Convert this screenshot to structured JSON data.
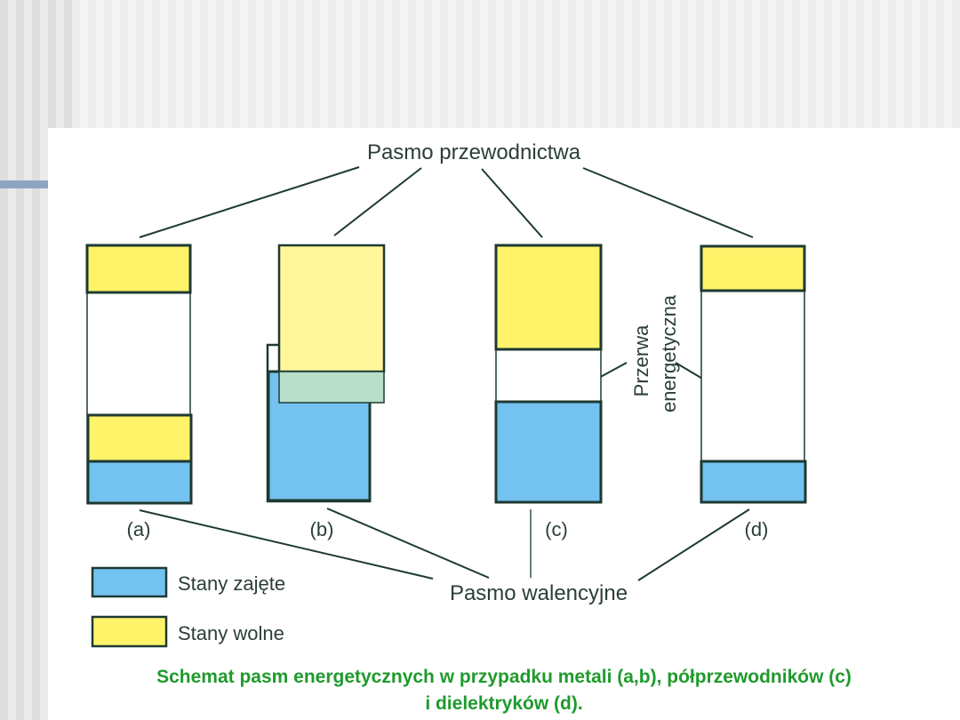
{
  "diagram": {
    "conduction_band_label": "Pasmo przewodnictwa",
    "valence_band_label": "Pasmo walencyjne",
    "energy_gap_label_line1": "Przerwa",
    "energy_gap_label_line2": "energetyczna",
    "panels": [
      {
        "id": "a",
        "label": "(a)",
        "type": "metal"
      },
      {
        "id": "b",
        "label": "(b)",
        "type": "metal"
      },
      {
        "id": "c",
        "label": "(c)",
        "type": "semiconductor"
      },
      {
        "id": "d",
        "label": "(d)",
        "type": "dielectric"
      }
    ],
    "legend": [
      {
        "label": "Stany zajęte",
        "color": "#73c2f0"
      },
      {
        "label": "Stany wolne",
        "color": "#fff36a"
      }
    ],
    "colors": {
      "occupied": "#73c2f0",
      "free": "#fff36a",
      "free_light": "#fff79a",
      "overlap": "#b7dec8",
      "outline": "#1e3a32"
    }
  },
  "caption": {
    "line1": "Schemat pasm energetycznych w przypadku metali (a,b), półprzewodników (c)",
    "line2": "i dielektryków (d)."
  }
}
